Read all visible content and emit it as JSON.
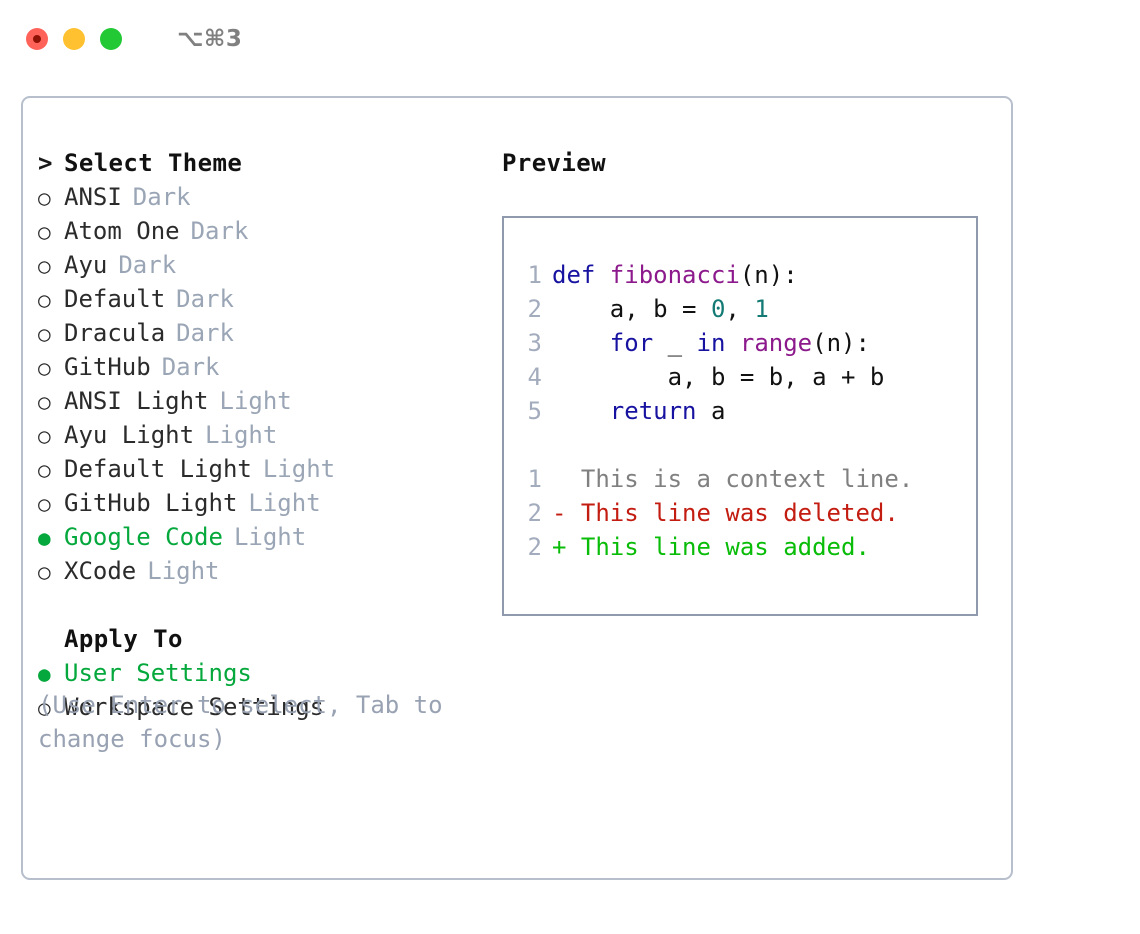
{
  "titlebar": {
    "shortcut": "⌥⌘3",
    "lights": [
      {
        "name": "close",
        "color": "#ff6259"
      },
      {
        "name": "minimize",
        "color": "#ffc12f"
      },
      {
        "name": "maximize",
        "color": "#22c935"
      }
    ]
  },
  "theme_picker": {
    "caret": ">",
    "heading": "Select Theme",
    "radio_off": "○",
    "radio_on": "●",
    "selected_color": "#05a83c",
    "items": [
      {
        "name": "ANSI",
        "variant": "Dark",
        "selected": false
      },
      {
        "name": "Atom One",
        "variant": "Dark",
        "selected": false
      },
      {
        "name": "Ayu",
        "variant": "Dark",
        "selected": false
      },
      {
        "name": "Default",
        "variant": "Dark",
        "selected": false
      },
      {
        "name": "Dracula",
        "variant": "Dark",
        "selected": false
      },
      {
        "name": "GitHub",
        "variant": "Dark",
        "selected": false
      },
      {
        "name": "ANSI Light",
        "variant": "Light",
        "selected": false
      },
      {
        "name": "Ayu Light",
        "variant": "Light",
        "selected": false
      },
      {
        "name": "Default Light",
        "variant": "Light",
        "selected": false
      },
      {
        "name": "GitHub Light",
        "variant": "Light",
        "selected": false
      },
      {
        "name": "Google Code",
        "variant": "Light",
        "selected": true
      },
      {
        "name": "XCode",
        "variant": "Light",
        "selected": false
      }
    ]
  },
  "apply_to": {
    "heading": "Apply To",
    "items": [
      {
        "name": "User Settings",
        "selected": true
      },
      {
        "name": "Workspace Settings",
        "selected": false
      }
    ]
  },
  "hint": "(Use Enter to select, Tab to change focus)",
  "preview": {
    "label": "Preview",
    "code_lines": [
      {
        "num": "1",
        "tokens": [
          {
            "t": "def ",
            "c": "kw"
          },
          {
            "t": "fibonacci",
            "c": "fn"
          },
          {
            "t": "(n):",
            "c": "pl"
          }
        ]
      },
      {
        "num": "2",
        "tokens": [
          {
            "t": "    a, b = ",
            "c": "pl"
          },
          {
            "t": "0",
            "c": "num"
          },
          {
            "t": ", ",
            "c": "pl"
          },
          {
            "t": "1",
            "c": "num"
          }
        ]
      },
      {
        "num": "3",
        "tokens": [
          {
            "t": "    ",
            "c": "pl"
          },
          {
            "t": "for",
            "c": "kw"
          },
          {
            "t": " _ ",
            "c": "pl"
          },
          {
            "t": "in",
            "c": "kw"
          },
          {
            "t": " ",
            "c": "pl"
          },
          {
            "t": "range",
            "c": "fn"
          },
          {
            "t": "(n):",
            "c": "pl"
          }
        ]
      },
      {
        "num": "4",
        "tokens": [
          {
            "t": "        a, b = b, a + b",
            "c": "pl"
          }
        ]
      },
      {
        "num": "5",
        "tokens": [
          {
            "t": "    ",
            "c": "pl"
          },
          {
            "t": "return",
            "c": "kw"
          },
          {
            "t": " a",
            "c": "pl"
          }
        ]
      }
    ],
    "diff_lines": [
      {
        "num": "1",
        "marker": " ",
        "text": "This is a context line.",
        "kind": "ctx"
      },
      {
        "num": "2",
        "marker": "-",
        "text": "This line was deleted.",
        "kind": "del"
      },
      {
        "num": "2",
        "marker": "+",
        "text": "This line was added.",
        "kind": "add"
      }
    ],
    "colors": {
      "keyword": "#1713a0",
      "function": "#8c1a8c",
      "number": "#137b74",
      "plain": "#111111",
      "gutter": "#a3acbd",
      "diff_context": "#808080",
      "diff_deleted": "#c31c11",
      "diff_added": "#08bc08",
      "box_border": "#8f9aad"
    }
  }
}
